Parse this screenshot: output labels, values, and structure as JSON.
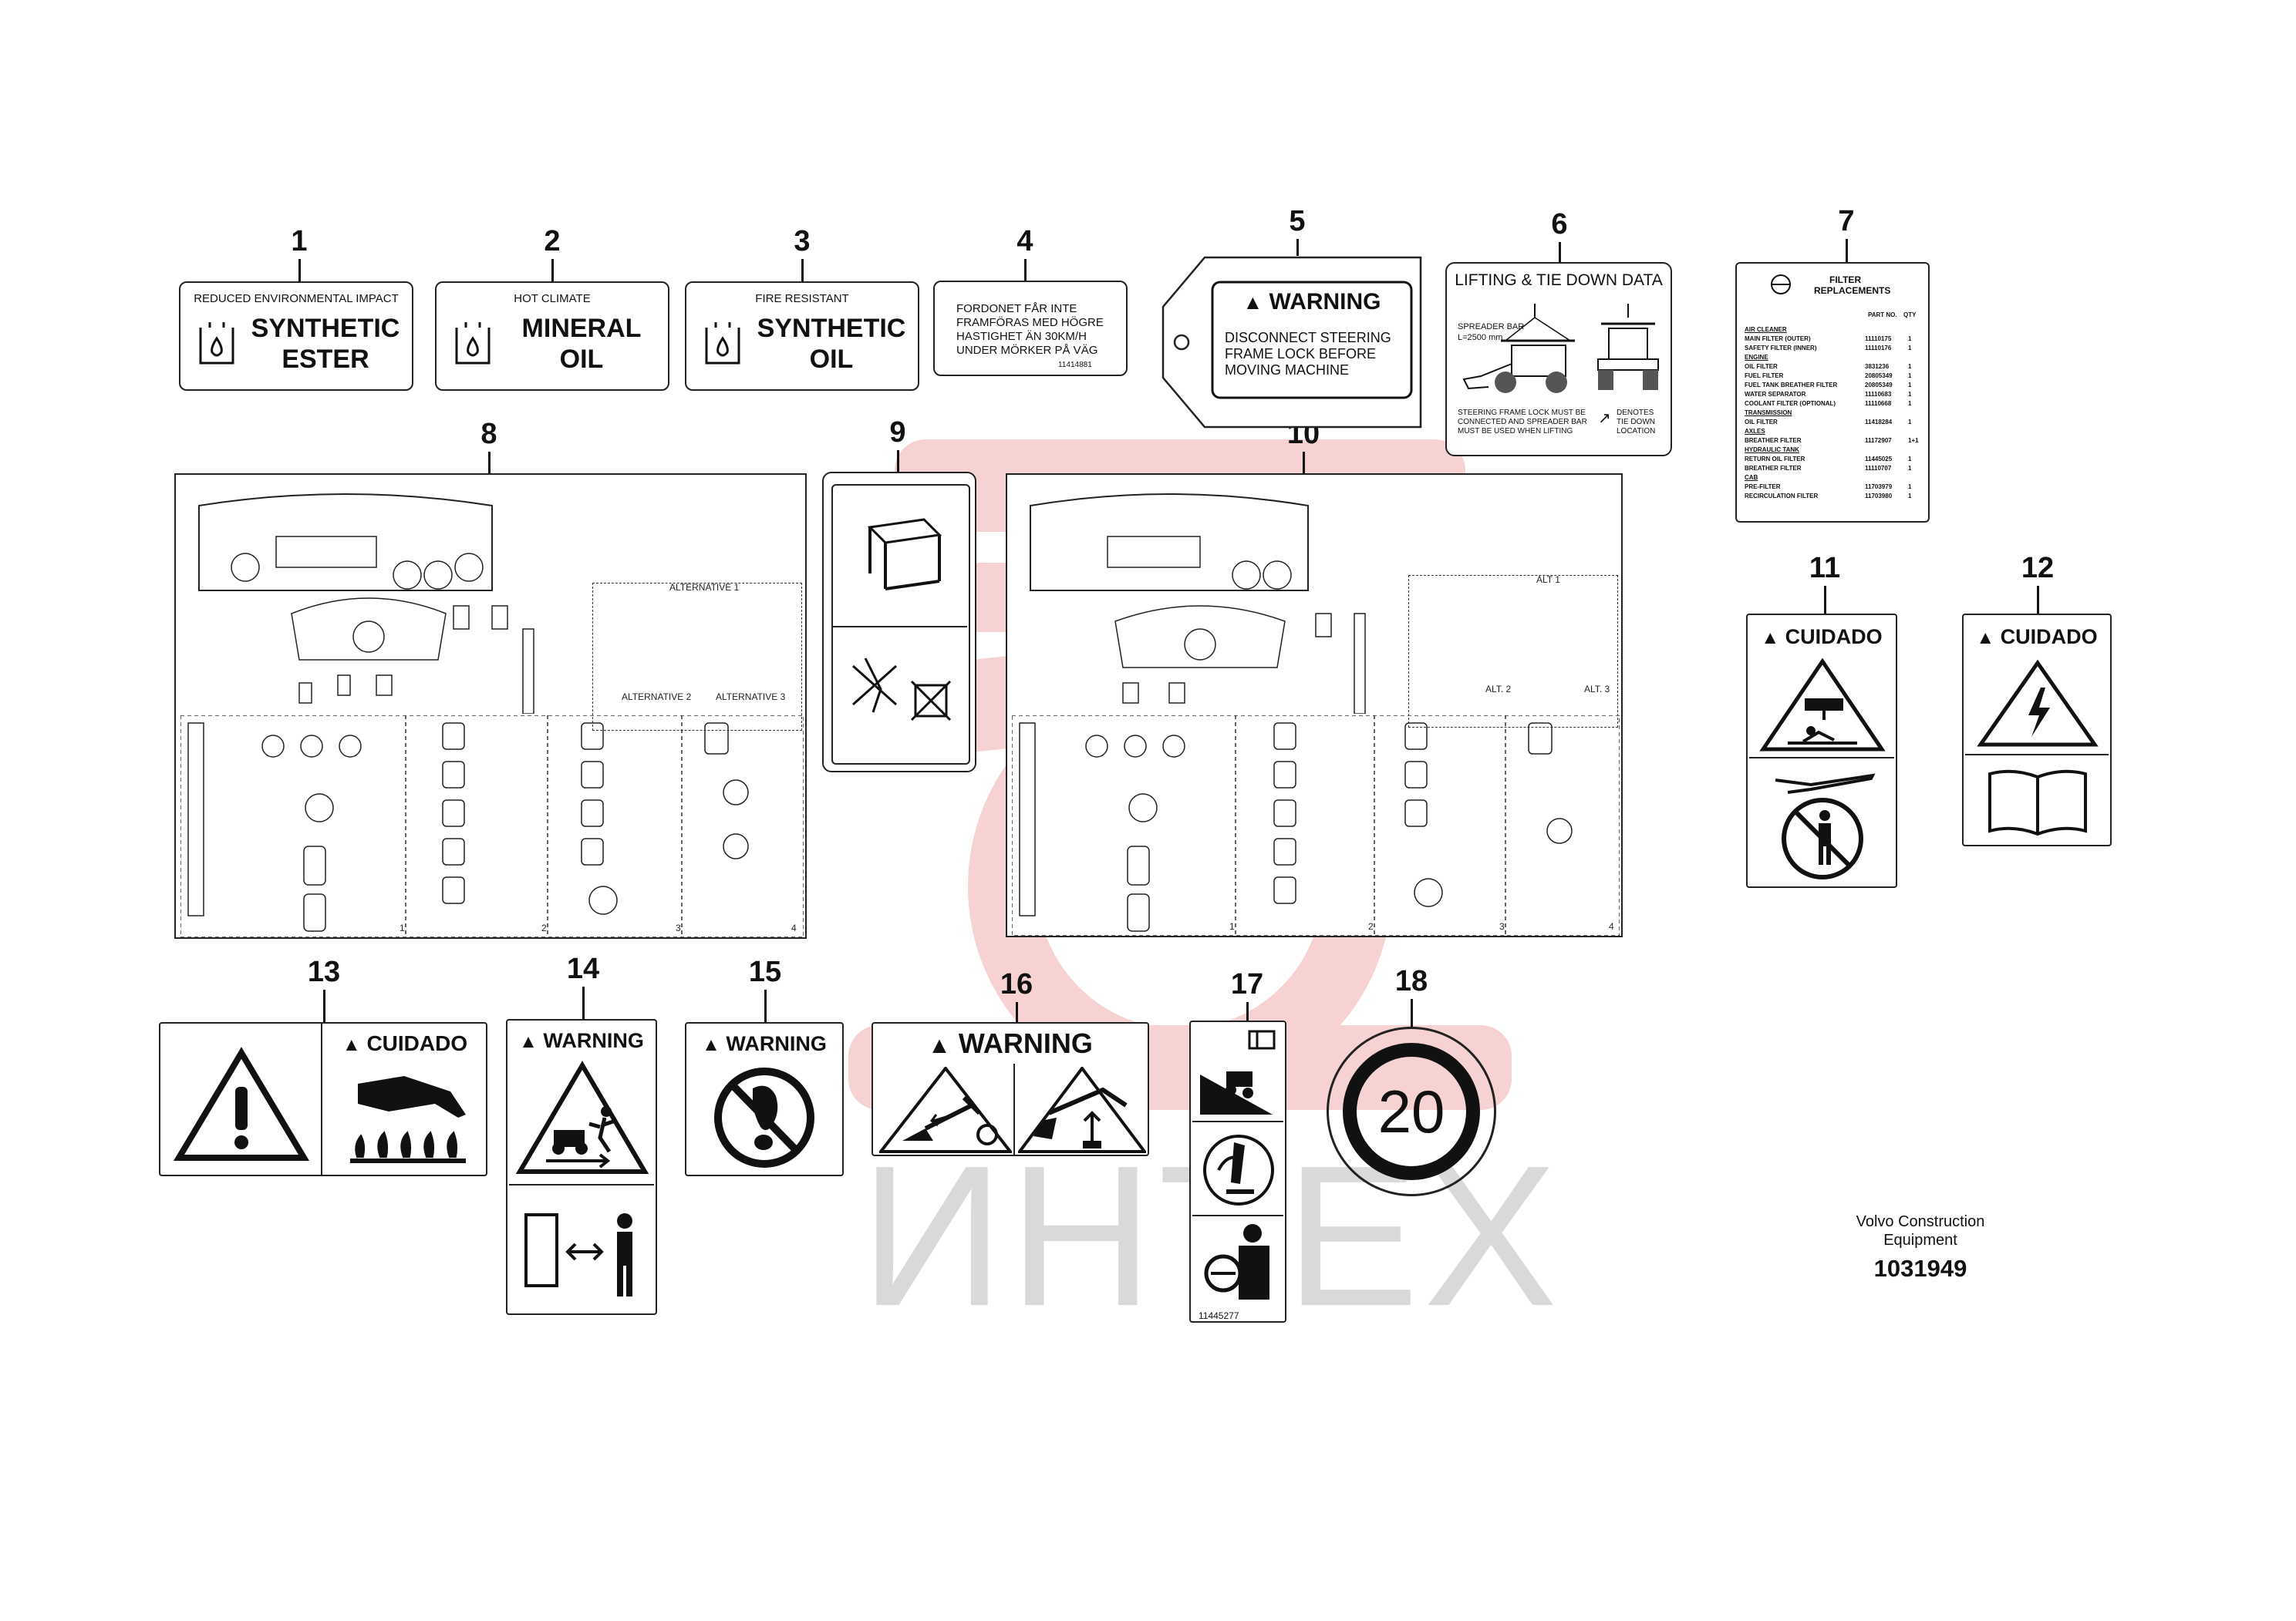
{
  "footer": {
    "company": "Volvo Construction",
    "company2": "Equipment",
    "part_number": "1031949"
  },
  "watermark": {
    "text": "ИНТЕХ",
    "color": "#d8d8d8",
    "logo_color": "#f3b3b3"
  },
  "colors": {
    "ink": "#111111",
    "background": "#ffffff"
  },
  "callouts": [
    "1",
    "2",
    "3",
    "4",
    "5",
    "6",
    "7",
    "8",
    "9",
    "10",
    "11",
    "12",
    "13",
    "14",
    "15",
    "16",
    "17",
    "18"
  ],
  "labels": {
    "l1": {
      "line1": "REDUCED ENVIRONMENTAL IMPACT",
      "line2": "SYNTHETIC",
      "line3": "ESTER"
    },
    "l2": {
      "line1": "HOT CLIMATE",
      "line2": "MINERAL",
      "line3": "OIL"
    },
    "l3": {
      "line1": "FIRE RESISTANT",
      "line2": "SYNTHETIC",
      "line3": "OIL"
    },
    "l4": {
      "lines": [
        "FORDONET FÅR INTE",
        "FRAMFÖRAS MED HÖGRE",
        "HASTIGHET ÄN 30KM/H",
        "UNDER MÖRKER PÅ VÄG"
      ],
      "code": "11414881"
    },
    "l5": {
      "header": "WARNING",
      "lines": [
        "DISCONNECT STEERING",
        "FRAME LOCK BEFORE",
        "MOVING MACHINE"
      ]
    },
    "l6": {
      "title": "LIFTING & TIE DOWN DATA",
      "spreader": "SPREADER BAR",
      "length": "L=2500 mm",
      "note_left": [
        "STEERING FRAME LOCK MUST BE",
        "CONNECTED AND SPREADER BAR",
        "MUST BE USED WHEN LIFTING"
      ],
      "note_right": [
        "DENOTES",
        "TIE DOWN",
        "LOCATION"
      ]
    },
    "l7": {
      "title1": "FILTER",
      "title2": "REPLACEMENTS",
      "col1": "PART NO.",
      "col2": "QTY",
      "rows": [
        [
          "AIR CLEANER",
          "",
          ""
        ],
        [
          "MAIN FILTER (OUTER)",
          "11110175",
          "1"
        ],
        [
          "SAFETY FILTER (INNER)",
          "11110176",
          "1"
        ],
        [
          "ENGINE",
          "",
          ""
        ],
        [
          "OIL FILTER",
          "3831236",
          "1"
        ],
        [
          "FUEL FILTER",
          "20805349",
          "1"
        ],
        [
          "FUEL TANK BREATHER FILTER",
          "20805349",
          "1"
        ],
        [
          "WATER SEPARATOR",
          "11110683",
          "1"
        ],
        [
          "COOLANT FILTER (OPTIONAL)",
          "11110668",
          "1"
        ],
        [
          "TRANSMISSION",
          "",
          ""
        ],
        [
          "OIL FILTER",
          "11418284",
          "1"
        ],
        [
          "AXLES",
          "",
          ""
        ],
        [
          "BREATHER FILTER",
          "11172907",
          "1+1"
        ],
        [
          "HYDRAULIC TANK",
          "",
          ""
        ],
        [
          "RETURN OIL FILTER",
          "11445025",
          "1"
        ],
        [
          "BREATHER FILTER",
          "11110707",
          "1"
        ],
        [
          "CAB",
          "",
          ""
        ],
        [
          "PRE-FILTER",
          "11703979",
          "1"
        ],
        [
          "RECIRCULATION FILTER",
          "11703980",
          "1"
        ]
      ]
    },
    "l8": {
      "sections": [
        "1",
        "2",
        "3",
        "4"
      ],
      "alt1": "ALTERNATIVE 1",
      "alt2": "ALTERNATIVE 2",
      "alt3": "ALTERNATIVE 3"
    },
    "l10": {
      "sections": [
        "1",
        "2",
        "3",
        "4"
      ],
      "alt1": "ALT 1",
      "alt2": "ALT. 2",
      "alt3": "ALT. 3"
    },
    "l11": {
      "header": "CUIDADO"
    },
    "l12": {
      "header": "CUIDADO"
    },
    "l13": {
      "header": "CUIDADO"
    },
    "l14": {
      "header": "WARNING"
    },
    "l15": {
      "header": "WARNING"
    },
    "l16": {
      "header": "WARNING"
    },
    "l17": {
      "code": "11445277"
    },
    "l18": {
      "speed": "20"
    }
  }
}
